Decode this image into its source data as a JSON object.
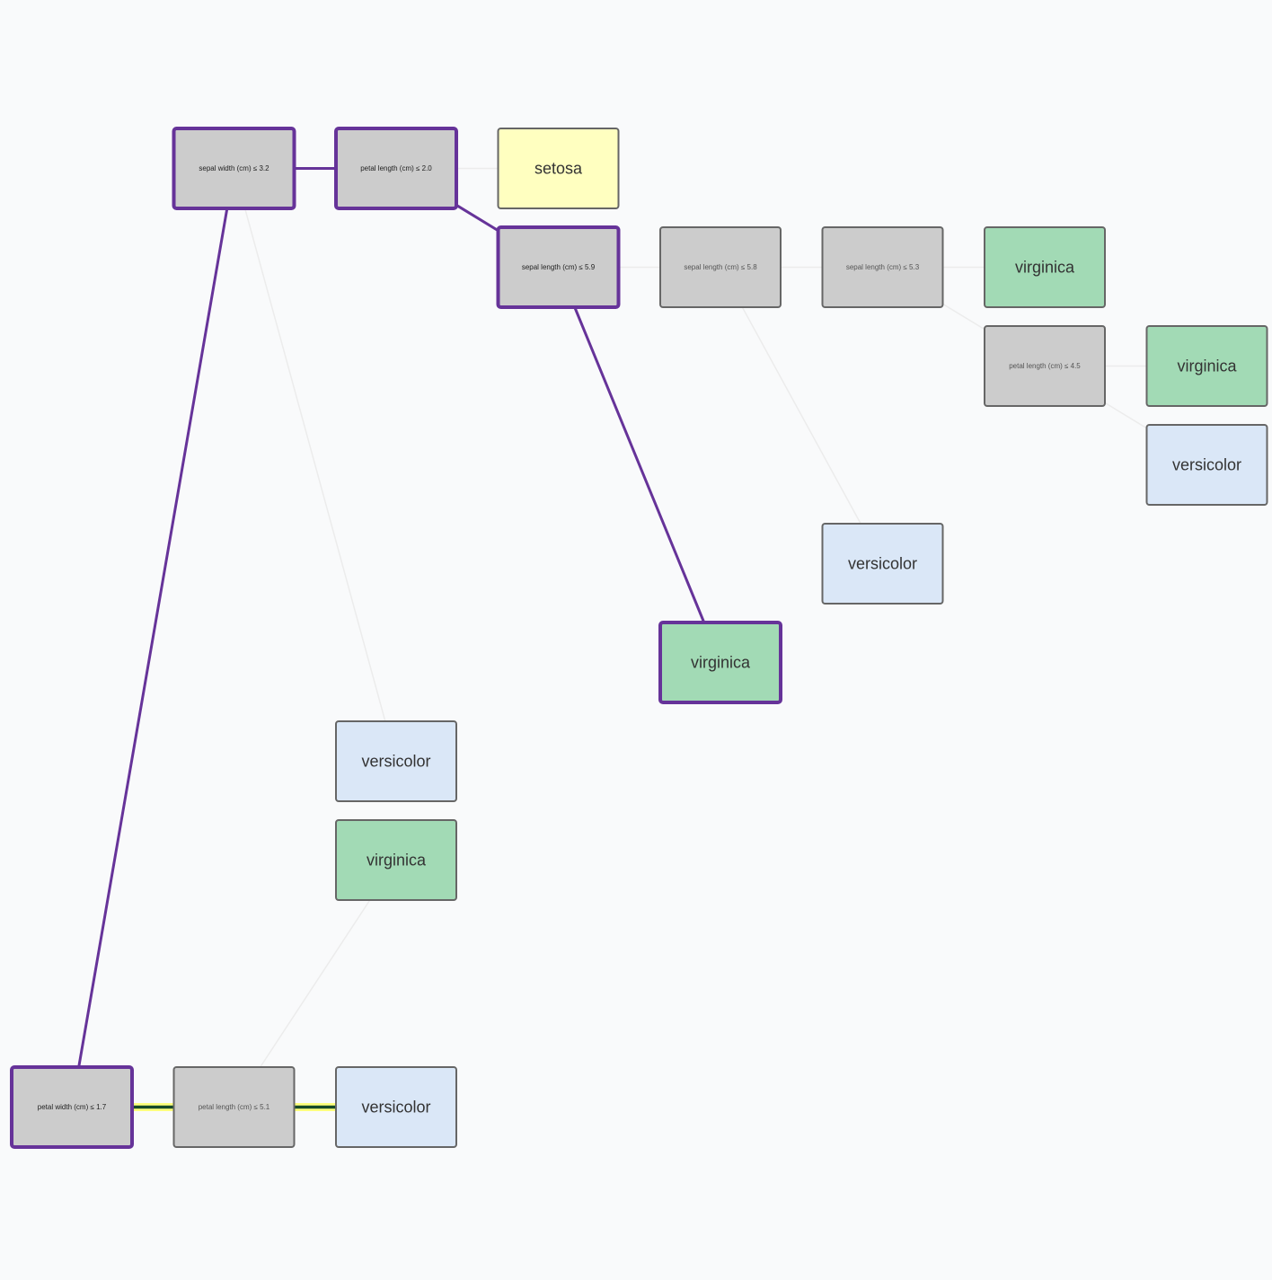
{
  "colors": {
    "background": "#f9fafb",
    "split_fill": "#cccccc",
    "setosa": "#ffffc0",
    "versicolor": "#dae7f7",
    "virginica": "#a2dab5",
    "highlight_border": "#663399",
    "normal_border": "#666666",
    "glow_edge": "#ffff66",
    "dark_edge": "#174a2a"
  },
  "nodes": [
    {
      "id": "n0",
      "kind": "split",
      "label": "sepal width (cm) ≤ 3.2",
      "highlight": true
    },
    {
      "id": "n1",
      "kind": "split",
      "label": "petal length (cm) ≤ 2.0",
      "highlight": true
    },
    {
      "id": "n2",
      "kind": "leaf",
      "class": "setosa",
      "label": "setosa",
      "highlight": false
    },
    {
      "id": "n3",
      "kind": "split",
      "label": "sepal length (cm) ≤ 5.9",
      "highlight": true
    },
    {
      "id": "n4",
      "kind": "split",
      "label": "sepal length (cm) ≤ 5.8",
      "highlight": false
    },
    {
      "id": "n5",
      "kind": "split",
      "label": "sepal length (cm) ≤ 5.3",
      "highlight": false
    },
    {
      "id": "n6",
      "kind": "leaf",
      "class": "virginica",
      "label": "virginica",
      "highlight": false
    },
    {
      "id": "n7",
      "kind": "split",
      "label": "petal length (cm) ≤ 4.5",
      "highlight": false
    },
    {
      "id": "n8",
      "kind": "leaf",
      "class": "virginica",
      "label": "virginica",
      "highlight": false
    },
    {
      "id": "n9",
      "kind": "leaf",
      "class": "versicolor",
      "label": "versicolor",
      "highlight": false
    },
    {
      "id": "n10",
      "kind": "leaf",
      "class": "versicolor",
      "label": "versicolor",
      "highlight": false
    },
    {
      "id": "n11",
      "kind": "leaf",
      "class": "virginica",
      "label": "virginica",
      "highlight": true
    },
    {
      "id": "n12",
      "kind": "leaf",
      "class": "versicolor",
      "label": "versicolor",
      "highlight": false
    },
    {
      "id": "n13",
      "kind": "leaf",
      "class": "virginica",
      "label": "virginica",
      "highlight": false
    },
    {
      "id": "n14",
      "kind": "split",
      "label": "petal width (cm) ≤ 1.7",
      "highlight": true
    },
    {
      "id": "n15",
      "kind": "split",
      "label": "petal length (cm) ≤ 5.1",
      "highlight": false
    },
    {
      "id": "n16",
      "kind": "leaf",
      "class": "versicolor",
      "label": "versicolor",
      "highlight": false
    }
  ],
  "edges": [
    {
      "from": "n0",
      "to": "n1",
      "style": "path"
    },
    {
      "from": "n1",
      "to": "n2",
      "style": "faint"
    },
    {
      "from": "n1",
      "to": "n3",
      "style": "path"
    },
    {
      "from": "n3",
      "to": "n4",
      "style": "faint"
    },
    {
      "from": "n4",
      "to": "n5",
      "style": "faint"
    },
    {
      "from": "n5",
      "to": "n6",
      "style": "faint"
    },
    {
      "from": "n5",
      "to": "n7",
      "style": "faint"
    },
    {
      "from": "n7",
      "to": "n8",
      "style": "faint"
    },
    {
      "from": "n7",
      "to": "n9",
      "style": "faint"
    },
    {
      "from": "n4",
      "to": "n10",
      "style": "faint"
    },
    {
      "from": "n3",
      "to": "n11",
      "style": "path"
    },
    {
      "from": "n0",
      "to": "n12",
      "style": "faint"
    },
    {
      "from": "n0",
      "to": "n14",
      "style": "path"
    },
    {
      "from": "n14",
      "to": "n15",
      "style": "glow"
    },
    {
      "from": "n15",
      "to": "n13",
      "style": "faint"
    },
    {
      "from": "n15",
      "to": "n16",
      "style": "glow"
    }
  ]
}
